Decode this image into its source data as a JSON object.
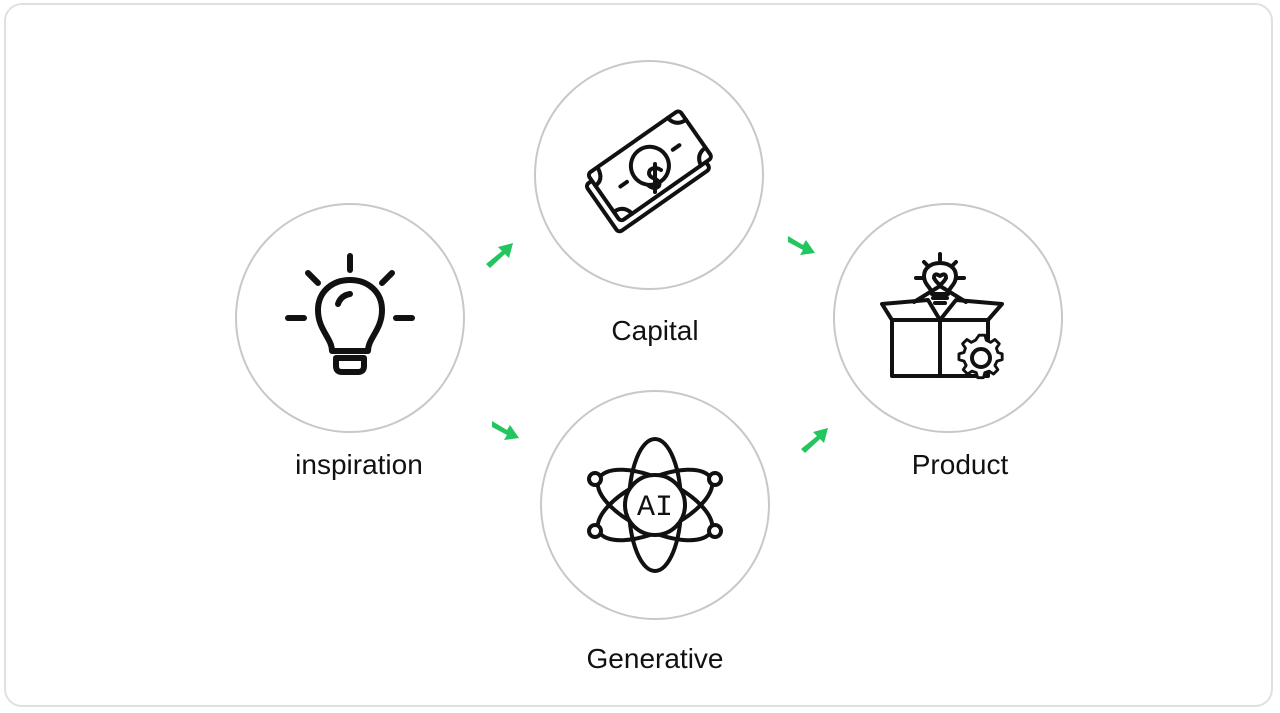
{
  "nodes": {
    "inspiration": {
      "label": "inspiration",
      "icon": "lightbulb-icon"
    },
    "capital": {
      "label": "Capital",
      "icon": "money-icon"
    },
    "generative": {
      "label": "Generative",
      "icon": "ai-atom-icon",
      "icon_text": "AI"
    },
    "product": {
      "label": "Product",
      "icon": "product-box-icon"
    }
  },
  "colors": {
    "arrow": "#22c55e",
    "circle_border": "#c8c8c8",
    "frame_border": "#e0e0e0",
    "icon_stroke": "#111111"
  }
}
